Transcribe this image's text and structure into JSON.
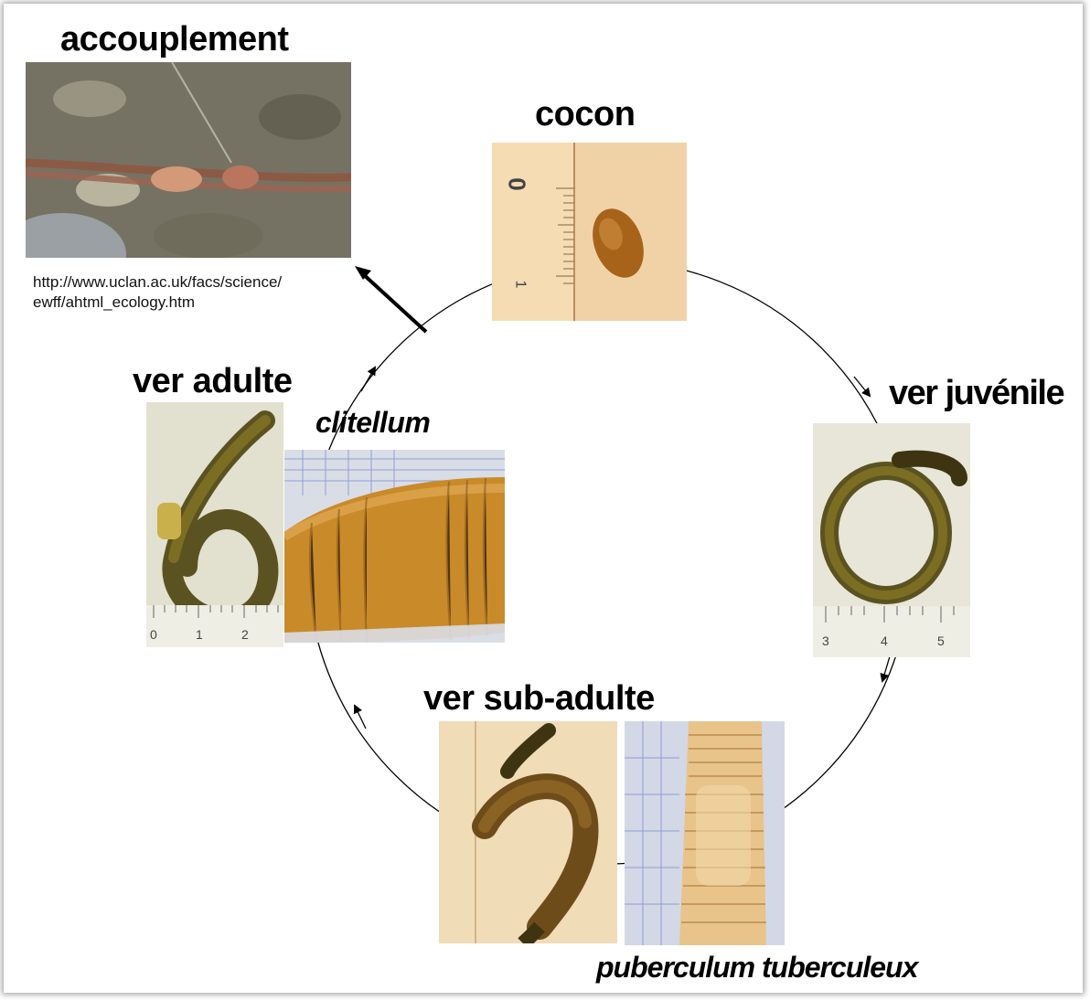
{
  "stages": {
    "mating": "accouplement",
    "cocoon": "cocon",
    "juvenile": "ver juvénile",
    "subadult": "ver sub-adulte",
    "adult": "ver adulte"
  },
  "annotations": {
    "clitellum": "clitellum",
    "tubercle": "puberculum tuberculeux"
  },
  "source_url": {
    "line1": "http://www.uclan.ac.uk/facs/science/",
    "line2": "ewff/ahtml_ecology.htm"
  },
  "ruler_marks": {
    "cocoon": [
      "0",
      "1"
    ],
    "adult": [
      "0",
      "1",
      "2"
    ],
    "juvenile": [
      "3",
      "4",
      "5"
    ]
  },
  "colors": {
    "worm_dark": "#4f4a18",
    "worm_body": "#7b6e22",
    "clitellum": "#c9862a",
    "cocoon": "#a8631a",
    "paper": "#eae5cf",
    "grid": "#7d8fd0"
  }
}
